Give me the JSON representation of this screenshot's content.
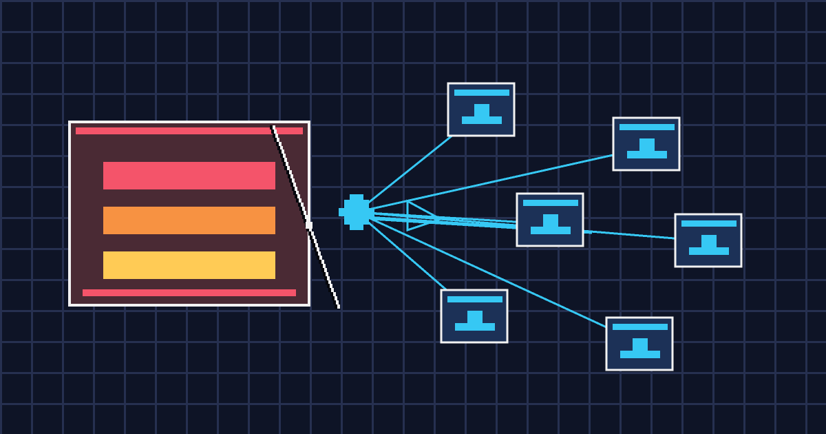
{
  "colors": {
    "background": "#0e1426",
    "grid_cell": "#141c33",
    "grid_line": "#263050",
    "panel_fill": "#4a2a34",
    "panel_border": "#f2f2f2",
    "panel_accent": "#f4546a",
    "bar_red": "#f4546a",
    "bar_orange": "#f79242",
    "bar_yellow": "#ffcb55",
    "link": "#36c8f4",
    "node_fill": "#1c3157",
    "node_border": "#f2f2f2",
    "node_icon": "#36c8f4",
    "hub": "#36c8f4",
    "slash_white": "#f2f2f2",
    "slash_black": "#05070d"
  },
  "diagram": {
    "style": "pixel-art",
    "source_panel": {
      "icon": "list-panel-icon",
      "bars": [
        {
          "name": "bar-red",
          "color_key": "bar_red"
        },
        {
          "name": "bar-orange",
          "color_key": "bar_orange"
        },
        {
          "name": "bar-yellow",
          "color_key": "bar_yellow"
        }
      ]
    },
    "hub": {
      "icon": "hub-node-icon"
    },
    "targets": [
      {
        "name": "target-node-1",
        "icon": "anvil-icon"
      },
      {
        "name": "target-node-2",
        "icon": "anvil-icon"
      },
      {
        "name": "target-node-3",
        "icon": "anvil-icon"
      },
      {
        "name": "target-node-4",
        "icon": "anvil-icon"
      },
      {
        "name": "target-node-5",
        "icon": "anvil-icon"
      },
      {
        "name": "target-node-6",
        "icon": "anvil-icon"
      }
    ],
    "connection_count": 6
  }
}
